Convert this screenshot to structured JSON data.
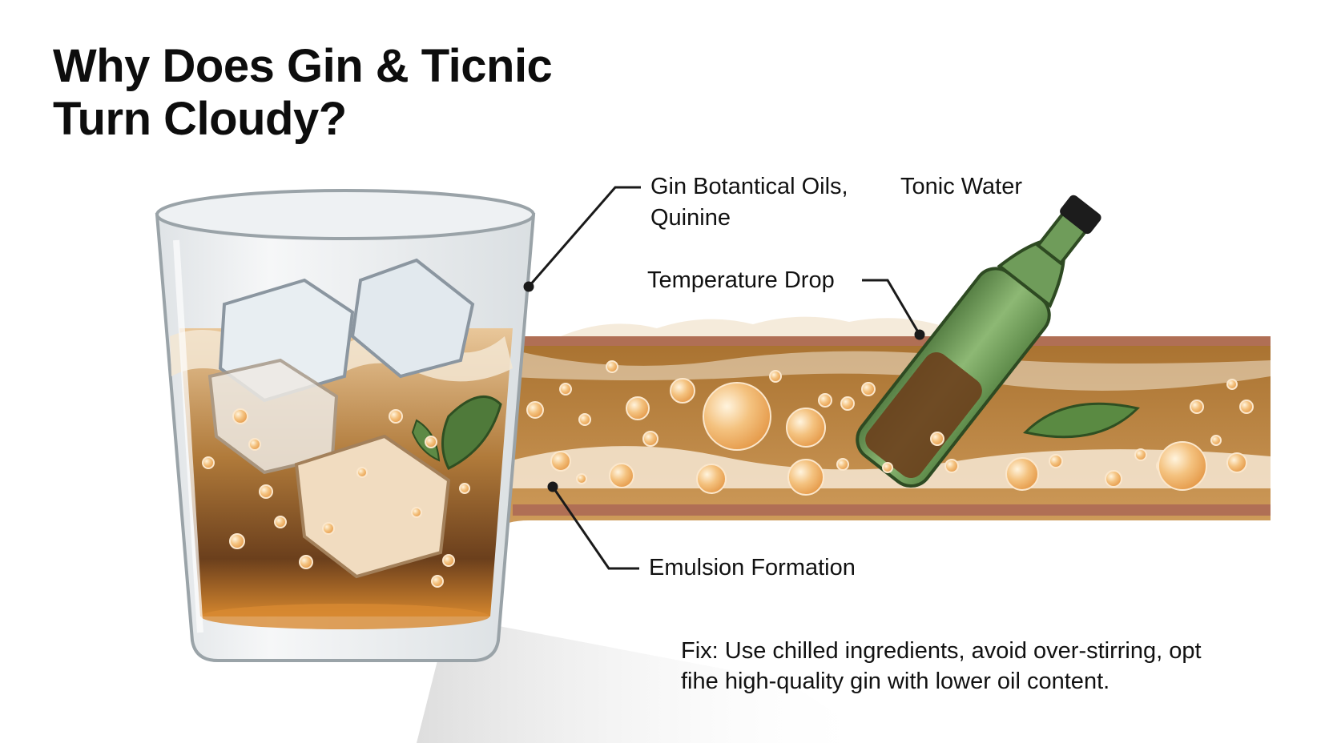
{
  "title": {
    "line1": "Why Does Gin & Ticnic",
    "line2": "Turn Cloudy?"
  },
  "labels": {
    "gin_oils": "Gin Botantical Oils,",
    "tonic_water": "Tonic Water",
    "quinine": "Quinine",
    "temperature_drop": "Temperature Drop",
    "emulsion_formation": "Emulsion Formation"
  },
  "fix": {
    "line1": "Fix: Use chilled ingredients, avoid over-stirring, opt",
    "line2": "fihe high-quality gin with lower oil content."
  },
  "icons": [
    "glass-icon",
    "ice-cube-icon",
    "mint-leaf-icon",
    "bottle-icon",
    "bubble-icon"
  ],
  "colors": {
    "liquid_amber": "#b07a3a",
    "liquid_dark": "#6b3f1c",
    "foam": "#f3e6d2",
    "bottle_green": "#6f9c5a",
    "bubble": "#f2b86a",
    "leaf": "#4f7a3a",
    "pipe_edge": "#b06f55"
  }
}
